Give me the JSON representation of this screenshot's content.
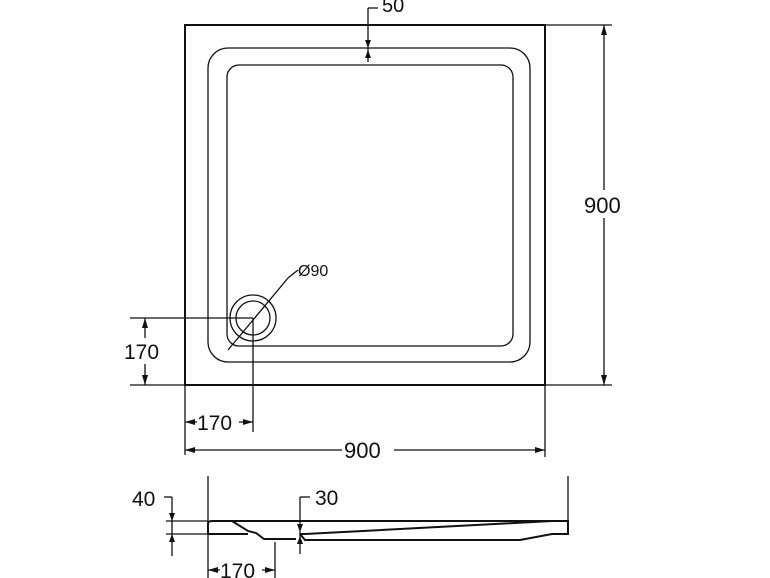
{
  "plan_view": {
    "dim_rim_width": "50",
    "dim_height": "900",
    "dim_width": "900",
    "dim_drain_from_front": "170",
    "dim_drain_from_side": "170",
    "drain_diameter": "Ø90"
  },
  "side_view": {
    "dim_total_height": "40",
    "dim_drain_depth": "30",
    "dim_drain_offset": "170"
  },
  "colors": {
    "line": "#111111",
    "background": "#ffffff"
  }
}
